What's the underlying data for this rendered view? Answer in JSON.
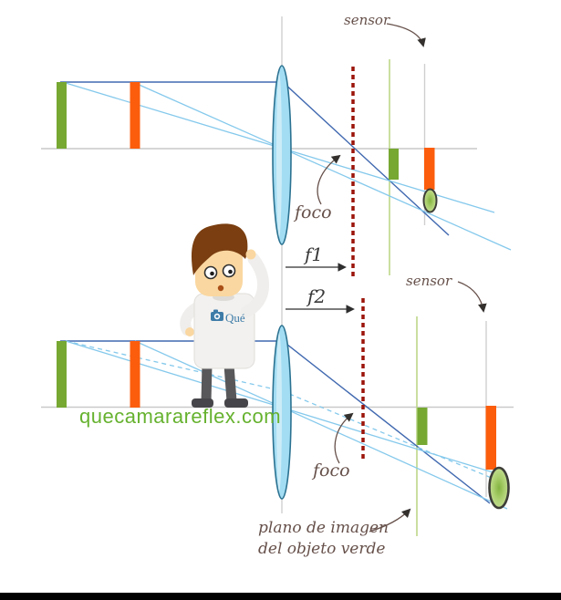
{
  "watermark": "quecamarareflex.com",
  "top_diagram": {
    "sensor_label": "sensor",
    "foco_label": "foco",
    "focal_length_label": "f1"
  },
  "bottom_diagram": {
    "sensor_label": "sensor",
    "foco_label": "foco",
    "focal_length_label": "f2",
    "plane_note_line1": "plano de imagen",
    "plane_note_line2": "del objeto verde"
  },
  "character": {
    "shirt_logo": "Qué"
  },
  "icons": {
    "lens": "convex-lens-icon",
    "annotation_arrows": "curved-arrow-icon",
    "camera_logo": "camera-icon"
  },
  "colors": {
    "green_bar": "#76A832",
    "orange_bar": "#FB5D0C",
    "lens_fill": "#A3DDF3",
    "lens_stroke": "#2B7291",
    "ray_dark_blue": "#4169B0",
    "ray_light_blue": "#85C9EC",
    "focal_dash_red": "#9C150B",
    "image_plane_green": "#BCD789",
    "axis_gray": "#C9C9C9",
    "guide_gray": "#CFCFCF",
    "annotation_brown": "#66504A",
    "arrow_dark": "#33302E",
    "f_label_dark": "#383838",
    "watermark_green": "#66B22F",
    "blur_spot_center": "#8CBA4E",
    "blur_spot_edge": "#CDE29E",
    "blur_stroke": "#3E3E38",
    "bottom_bar_black": "#000000",
    "logo_blue": "#3E7CA8"
  }
}
